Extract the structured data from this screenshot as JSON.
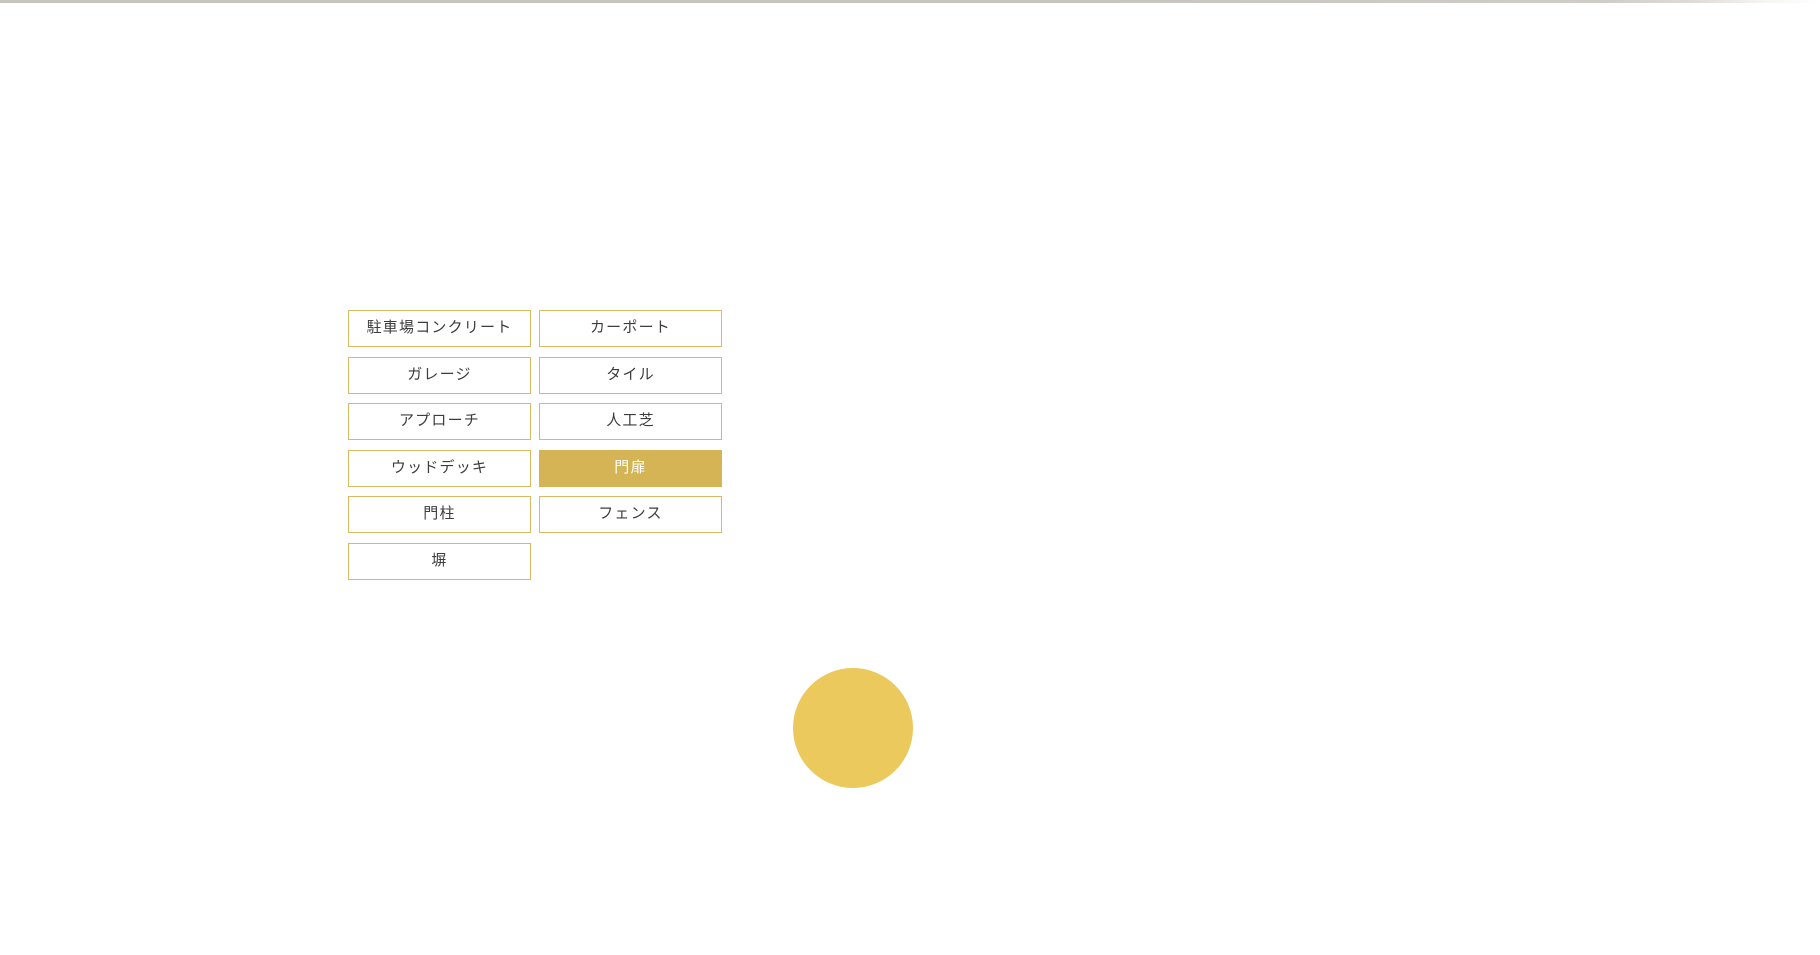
{
  "colors": {
    "accent_gold": "#d4b454",
    "border_gold": "#d9b964",
    "circle_gold": "#ecc95c",
    "text_dark": "#3d3d3d",
    "selected_text": "#ffffff",
    "top_line_gray": "#c7c5c0"
  },
  "category_menu": {
    "items": [
      {
        "label": "駐車場コンクリート",
        "selected": false
      },
      {
        "label": "カーポート",
        "selected": false
      },
      {
        "label": "ガレージ",
        "selected": false
      },
      {
        "label": "タイル",
        "selected": false
      },
      {
        "label": "アプローチ",
        "selected": false
      },
      {
        "label": "人工芝",
        "selected": false
      },
      {
        "label": "ウッドデッキ",
        "selected": false
      },
      {
        "label": "門扉",
        "selected": true
      },
      {
        "label": "門柱",
        "selected": false
      },
      {
        "label": "フェンス",
        "selected": false
      },
      {
        "label": "塀",
        "selected": false
      }
    ]
  },
  "decoration": {
    "circle": "gold-circle"
  }
}
